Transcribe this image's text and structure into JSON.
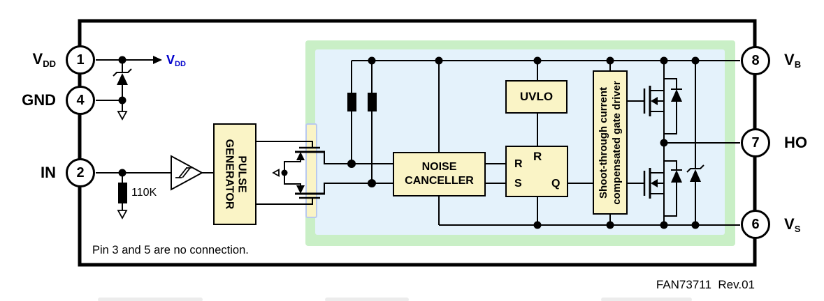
{
  "ic": {
    "footer": "FAN73711  Rev.01",
    "note": "Pin 3 and 5 are no connection.",
    "pins": {
      "left": [
        {
          "number": "1",
          "label": "V",
          "sub": "DD"
        },
        {
          "number": "4",
          "label": "GND",
          "sub": ""
        },
        {
          "number": "2",
          "label": "IN",
          "sub": ""
        }
      ],
      "right": [
        {
          "number": "8",
          "label": "V",
          "sub": "B"
        },
        {
          "number": "7",
          "label": "HO",
          "sub": ""
        },
        {
          "number": "6",
          "label": "V",
          "sub": "S"
        }
      ]
    },
    "nets": {
      "vdd_label": "V",
      "vdd_sub": "DD"
    },
    "components": {
      "input_pulldown_resistor": "110K"
    },
    "blocks": {
      "pulse_generator": {
        "line1": "PULSE",
        "line2": "GENERATOR"
      },
      "noise_canceller": {
        "line1": "NOISE",
        "line2": "CANCELLER"
      },
      "uvlo": {
        "label": "UVLO"
      },
      "rs_latch": {
        "top_input": "R",
        "reset_input": "R",
        "set_input": "S",
        "output": "Q"
      },
      "gate_driver": {
        "line1": "Shoot-through current",
        "line2": "compensated gate driver"
      }
    },
    "colors": {
      "block_fill": "#FAF4C6",
      "region_green": "#C9EFC6",
      "region_blue": "#E4F2FB",
      "net_label_blue": "#0000CC",
      "wire": "#000000"
    }
  }
}
